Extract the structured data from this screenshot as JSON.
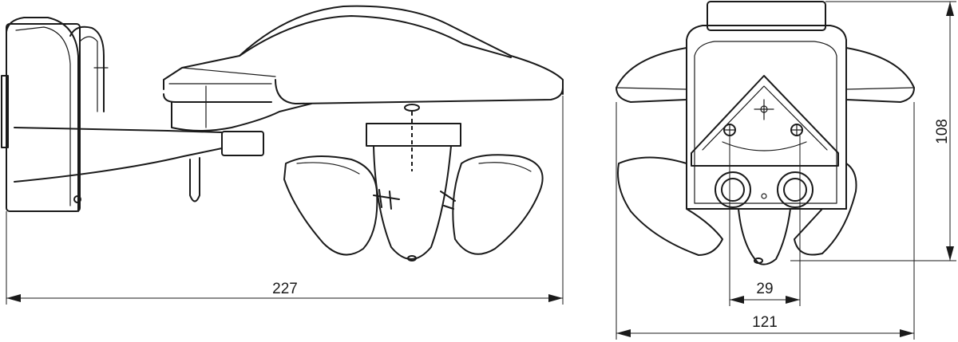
{
  "dimensions": {
    "side_width": "227",
    "height": "108",
    "front_width": "121",
    "gland_spacing": "29"
  },
  "colors": {
    "line": "#1a1a1a",
    "background": "#ffffff"
  }
}
